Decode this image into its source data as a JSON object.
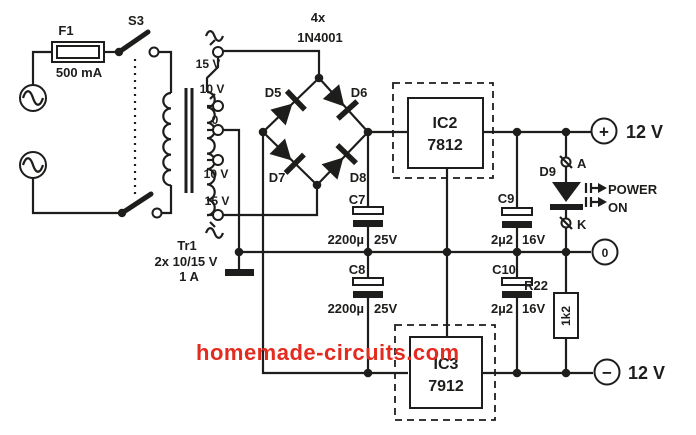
{
  "colors": {
    "ink": "#1d1d1b",
    "watermark_red": "#e32b20",
    "background": "#ffffff"
  },
  "source": {
    "fuse": {
      "ref": "F1",
      "rating": "500 mA"
    },
    "switch": {
      "ref": "S3"
    }
  },
  "transformer": {
    "ref": "Tr1",
    "windings": "2x 10/15 V",
    "current": "1 A",
    "taps": {
      "top15": "15 V",
      "top10": "10 V",
      "zero": "0",
      "bottom10": "10 V",
      "bottom15": "15 V"
    }
  },
  "rectifier": {
    "qty": "4x",
    "part": "1N4001",
    "d5": "D5",
    "d6": "D6",
    "d7": "D7",
    "d8": "D8"
  },
  "regulators": {
    "ic2": {
      "ref": "IC2",
      "part": "7812"
    },
    "ic3": {
      "ref": "IC3",
      "part": "7912"
    }
  },
  "capacitors": {
    "c7": {
      "ref": "C7",
      "value": "2200µ",
      "voltage": "25V"
    },
    "c8": {
      "ref": "C8",
      "value": "2200µ",
      "voltage": "25V"
    },
    "c9": {
      "ref": "C9",
      "value": "2µ2",
      "voltage": "16V"
    },
    "c10": {
      "ref": "C10",
      "value": "2µ2",
      "voltage": "16V"
    }
  },
  "led": {
    "ref": "D9",
    "anode": "A",
    "cathode": "K",
    "caption_line1": "POWER",
    "caption_line2": "ON"
  },
  "resistor": {
    "ref": "R22",
    "value": "1k2"
  },
  "outputs": {
    "positive": {
      "sign": "+",
      "label": "12 V"
    },
    "zero": {
      "sign": "0"
    },
    "negative": {
      "sign": "−",
      "label": "12 V"
    }
  },
  "watermark": "homemade-circuits.com"
}
